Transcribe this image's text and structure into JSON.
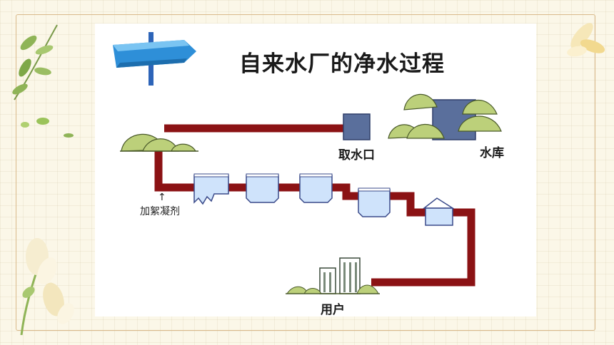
{
  "title": "自来水厂的净水过程",
  "labels": {
    "intake": "取水口",
    "reservoir": "水库",
    "coagulant": "加絮凝剂",
    "users": "用户"
  },
  "icons": {
    "coagulant_arrow": "↑"
  },
  "colors": {
    "pipe": "#8b1214",
    "water_tank": "#cfe3fb",
    "tank_outline": "#3a4a8a",
    "bush": "#bcd07a",
    "signpost": "#3aa0e0"
  }
}
